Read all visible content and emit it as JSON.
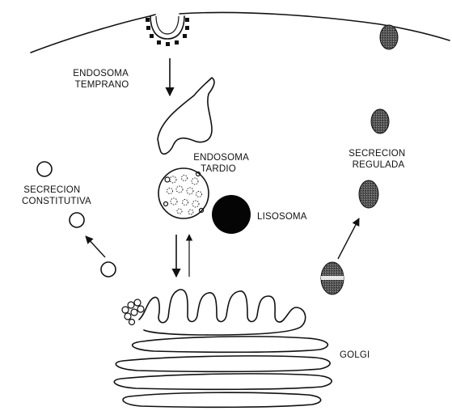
{
  "labels": {
    "early_endosome": [
      "ENDOSOMA",
      "TEMPRANO"
    ],
    "late_endosome": [
      "ENDOSOMA",
      "TARDIO"
    ],
    "lysosome": "LISOSOMA",
    "constitutive": [
      "SECRECION",
      "CONSTITUTIVA"
    ],
    "regulated": [
      "SECRECION",
      "REGULADA"
    ],
    "golgi": "GOLGI"
  },
  "colors": {
    "ink": "#111111",
    "lysosome_fill": "#050505",
    "granule_fill": "#3c3c3c",
    "background": "#ffffff"
  }
}
